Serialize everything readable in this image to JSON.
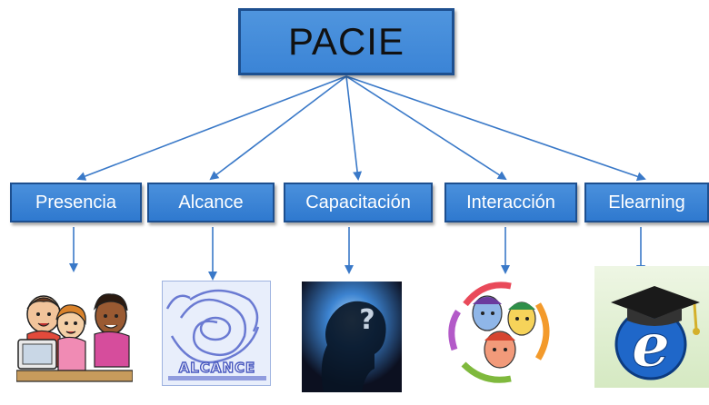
{
  "root": {
    "label": "PACIE"
  },
  "nodes": [
    {
      "label": "Presencia"
    },
    {
      "label": "Alcance"
    },
    {
      "label": "Capacitación"
    },
    {
      "label": "Interacción"
    },
    {
      "label": "Elearning"
    }
  ],
  "images": {
    "presencia": {
      "icon": "children-at-computer-illustration"
    },
    "alcance": {
      "icon": "alcance-logo",
      "logo_text": "ALCANCE"
    },
    "capacitacion": {
      "icon": "head-with-question-mark"
    },
    "interaccion": {
      "icon": "colorful-faces-with-arrows"
    },
    "elearning": {
      "icon": "e-with-graduation-cap"
    }
  },
  "colors": {
    "box_fill": "#3b84d6",
    "box_border": "#1d4f8f",
    "connector": "#3a79c8"
  }
}
